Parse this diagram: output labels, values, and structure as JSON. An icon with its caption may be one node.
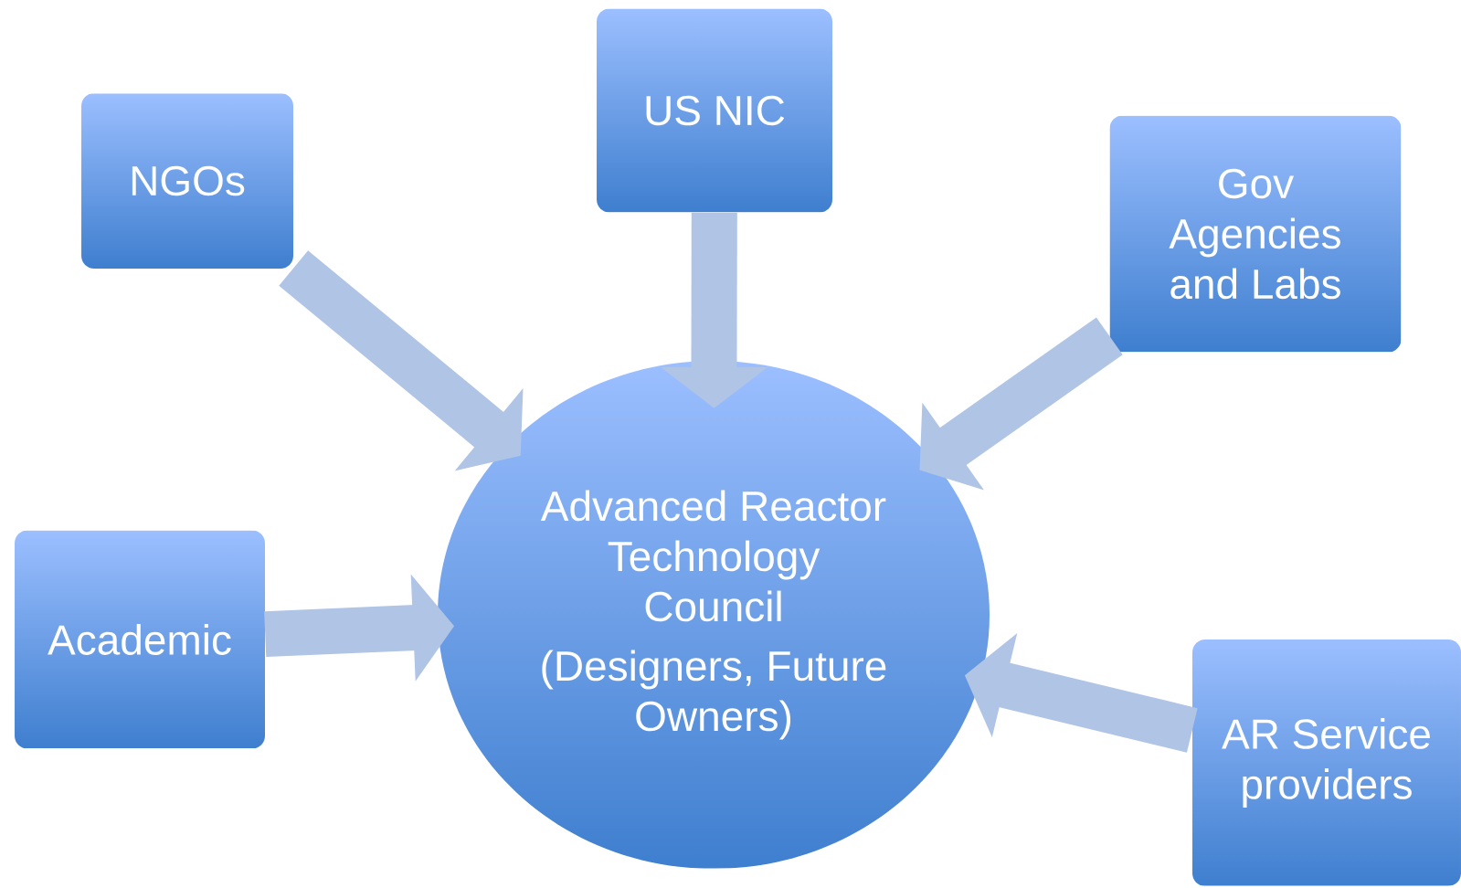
{
  "diagram": {
    "nodes": [
      {
        "text": [
          "US NIC"
        ]
      },
      {
        "text": [
          "NGOs"
        ]
      },
      {
        "text": [
          "Gov Agencies and Labs"
        ]
      },
      {
        "text": [
          "Advanced Reactor Technology Council",
          "(Designers, Future Owners)"
        ]
      },
      {
        "text": [
          "Academic"
        ]
      },
      {
        "text": [
          "AR Service providers"
        ]
      }
    ],
    "edges": [
      {
        "from": 0,
        "to": 3,
        "arrow": "to"
      },
      {
        "from": 1,
        "to": 3,
        "arrow": "to"
      },
      {
        "from": 2,
        "to": 3,
        "arrow": "to"
      },
      {
        "from": 4,
        "to": 3,
        "arrow": "to"
      },
      {
        "from": 5,
        "to": 3,
        "arrow": "to"
      }
    ]
  }
}
